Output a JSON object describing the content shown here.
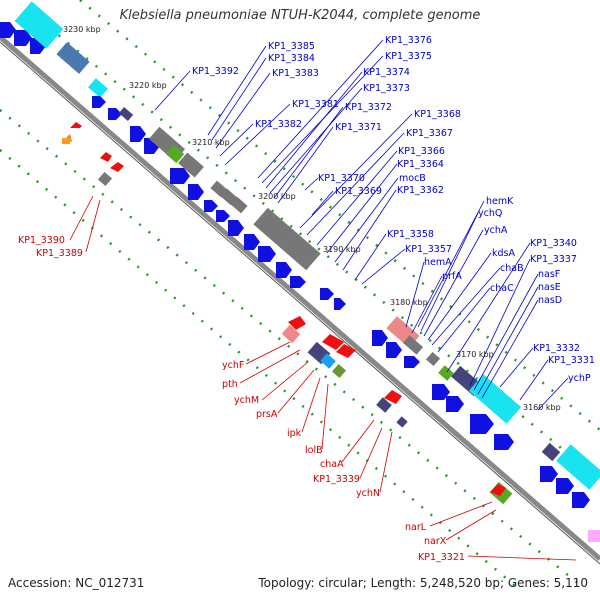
{
  "title": "Klebsiella pneumoniae NTUH-K2044, complete genome",
  "accession": "Accession: NC_012731",
  "topology": "Topology: circular; Length: 5,248,520 bp; Genes: 5,110",
  "colors": {
    "forward_gene": "#1010e0",
    "reverse_gene": "#ee1010",
    "axis": "#888888",
    "forward_label": "#0000cc",
    "reverse_label": "#cc0000",
    "tick": "#229922",
    "cyan_feature": "#19e3ee",
    "gray_feature": "#777777",
    "green_feature": "#55aa22",
    "pink_feature": "#ee8888"
  },
  "ruler": [
    "3230 kbp",
    "3220 kbp",
    "3210 kbp",
    "3200 kbp",
    "3190 kbp",
    "3180 kbp",
    "3170 kbp",
    "3160 kbp"
  ],
  "forward_labels": [
    "KP1_3376",
    "KP1_3385",
    "KP1_3375",
    "KP1_3384",
    "KP1_3374",
    "KP1_3392",
    "KP1_3383",
    "KP1_3373",
    "KP1_3381",
    "KP1_3372",
    "KP1_3368",
    "KP1_3382",
    "KP1_3371",
    "KP1_3367",
    "KP1_3366",
    "KP1_3364",
    "KP1_3370",
    "mocB",
    "KP1_3369",
    "KP1_3362",
    "hemK",
    "ychQ",
    "KP1_3358",
    "ychA",
    "KP1_3340",
    "KP1_3357",
    "kdsA",
    "KP1_3337",
    "hemA",
    "chaB",
    "nasF",
    "prfA",
    "nasE",
    "chaC",
    "nasD",
    "KP1_3332",
    "KP1_3331",
    "ychP"
  ],
  "reverse_labels": [
    "KP1_3390",
    "KP1_3389",
    "ychF",
    "pth",
    "ychM",
    "prsA",
    "ipk",
    "lolB",
    "chaA",
    "KP1_3339",
    "ychN",
    "narL",
    "narX",
    "KP1_3321"
  ]
}
